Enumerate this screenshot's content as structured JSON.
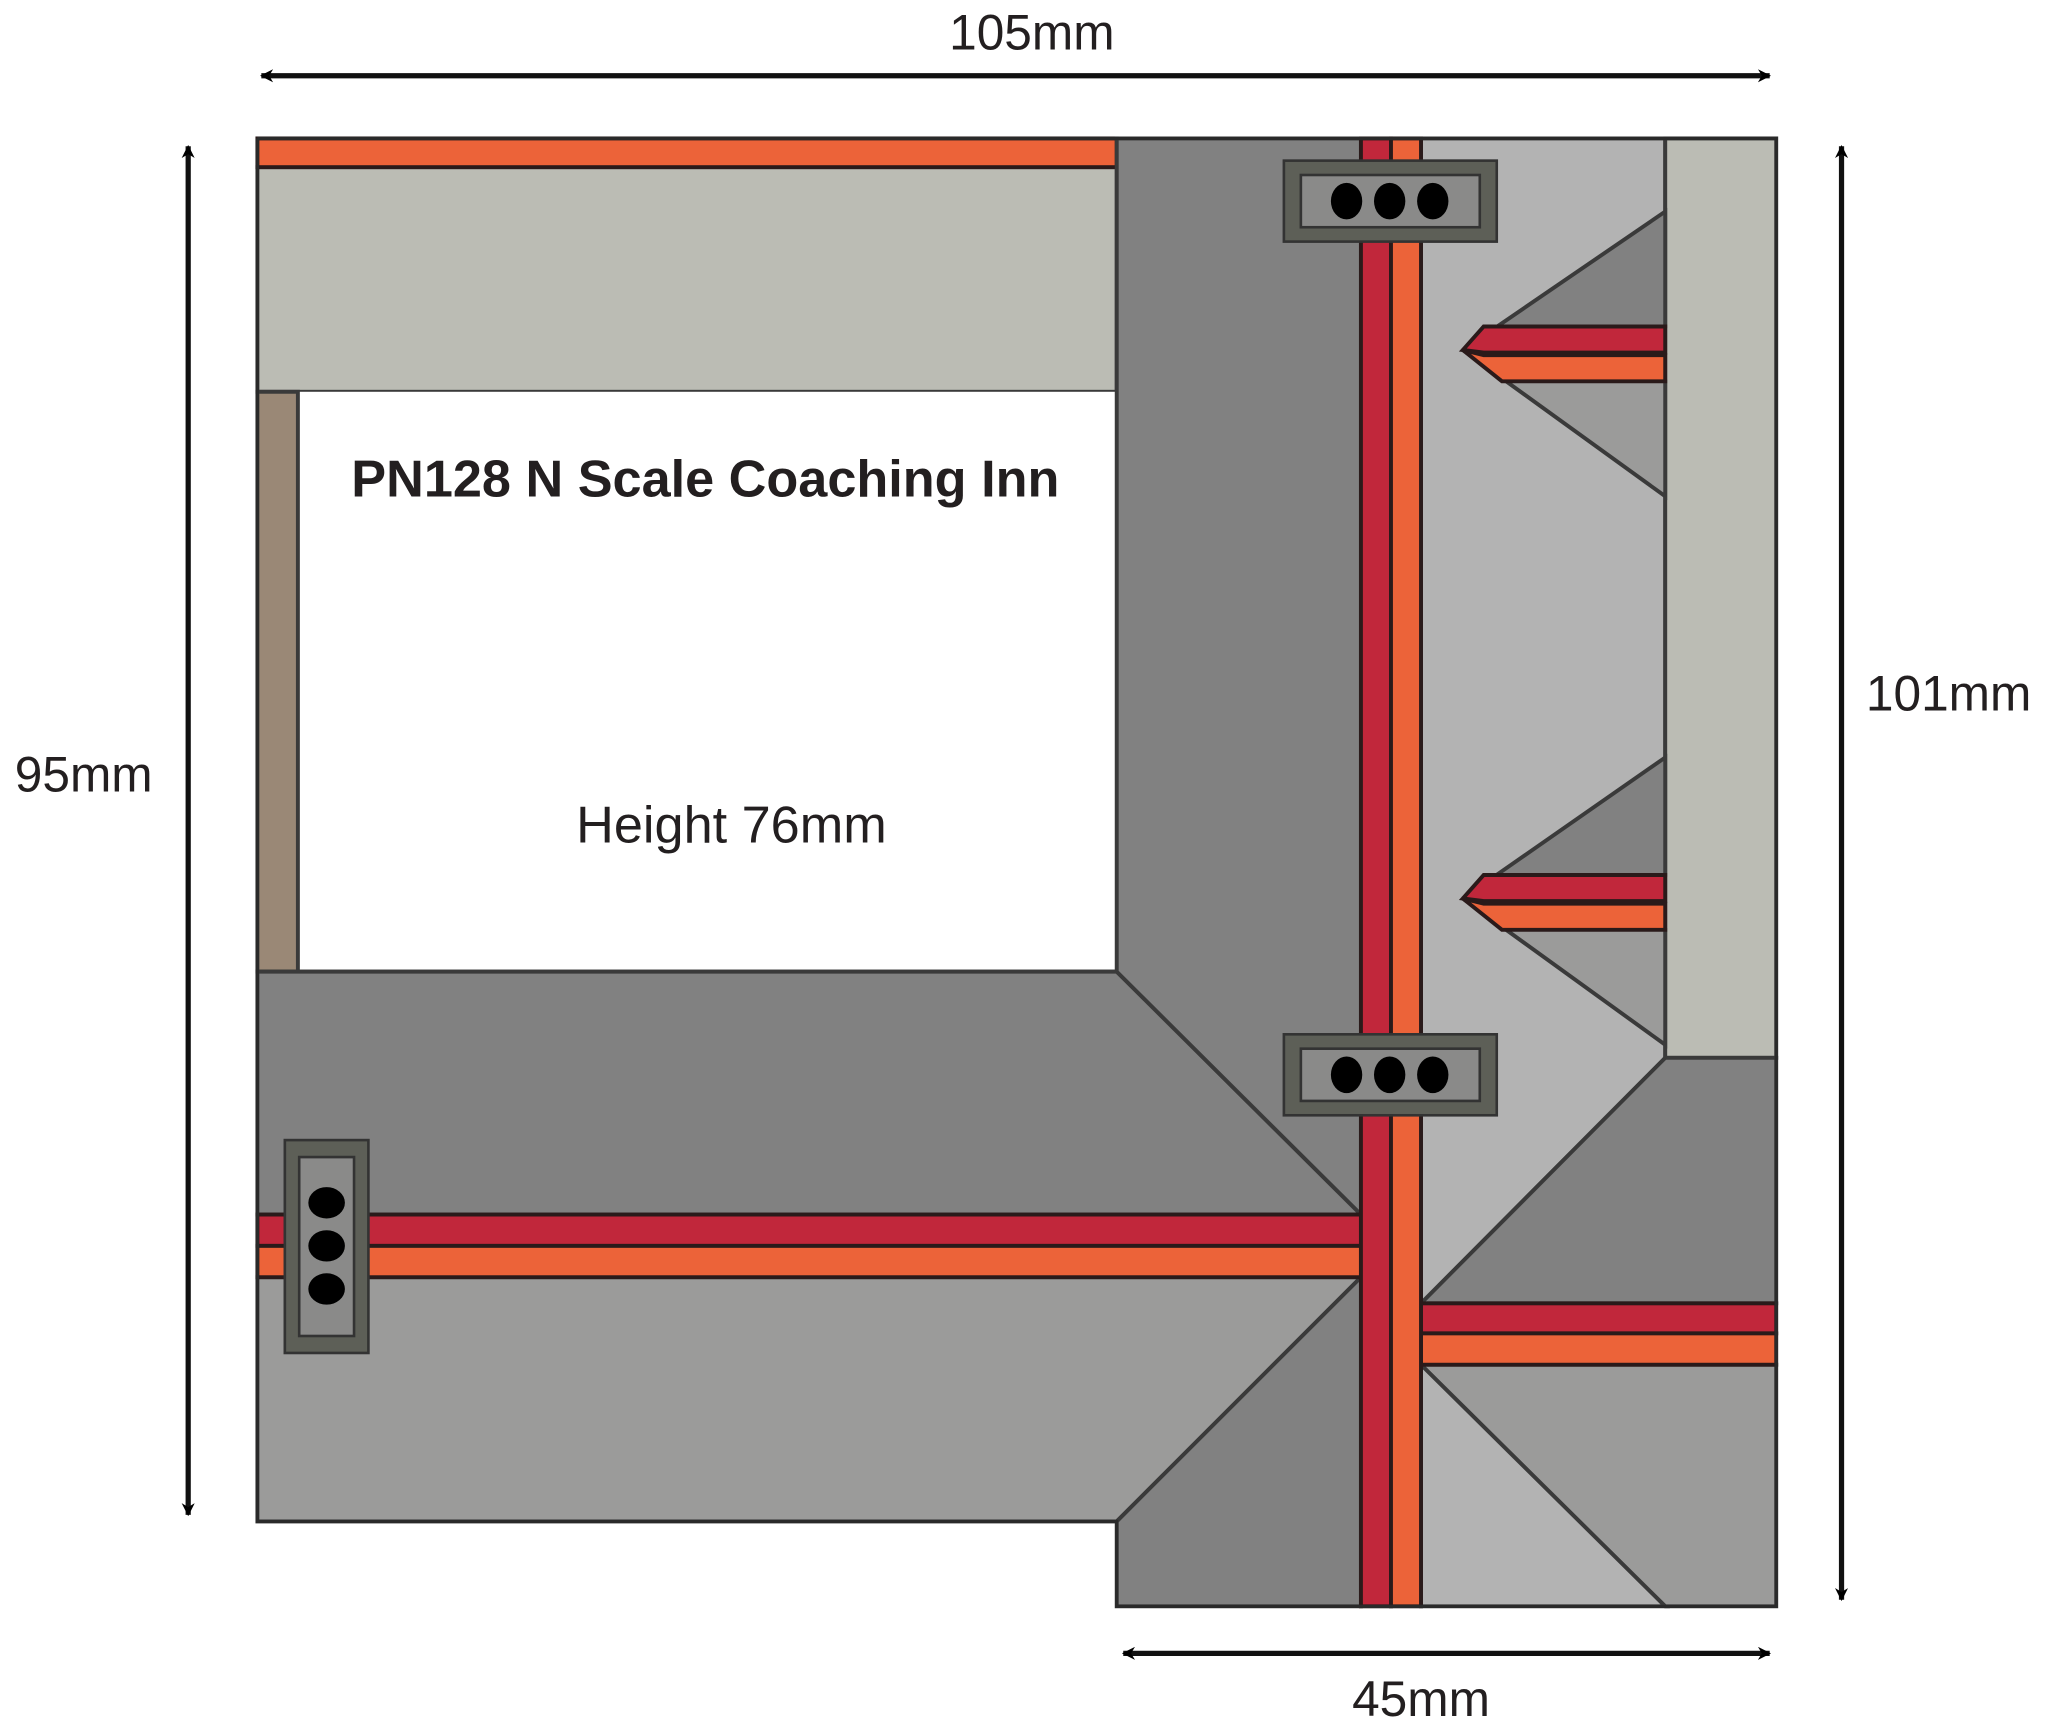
{
  "diagram": {
    "title": "PN128 N Scale Coaching Inn",
    "height_label": "Height 76mm",
    "dimensions": {
      "top_width": "105mm",
      "left_height": "95mm",
      "right_height": "101mm",
      "bottom_width": "45mm"
    },
    "colors": {
      "red_stripe": "#c1273b",
      "orange_stripe": "#ec6339",
      "roof_light": "#bbbcb4",
      "roof_mid": "#9b9b9a",
      "roof_dark": "#818181",
      "roof_pale": "#b3b3b3",
      "brown_wall": "#9a8876",
      "chimney_frame": "#5d5f57",
      "chimney_body": "#8a8a89"
    },
    "chimneys": [
      {
        "name": "chimney-top-right",
        "pots": 3,
        "orientation": "horizontal"
      },
      {
        "name": "chimney-middle-right",
        "pots": 3,
        "orientation": "horizontal"
      },
      {
        "name": "chimney-left",
        "pots": 3,
        "orientation": "vertical"
      }
    ]
  }
}
